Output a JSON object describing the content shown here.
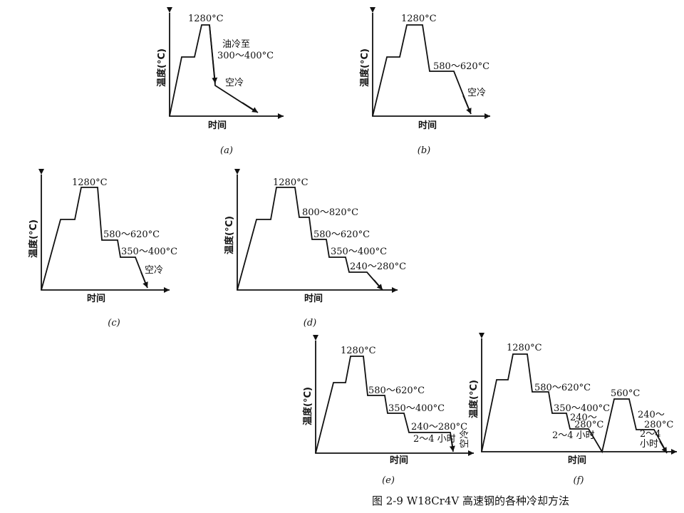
{
  "caption": "图 2-9  W18Cr4V 高速钢的各种冷却方法",
  "axis": {
    "y": "温度(°C)",
    "x": "时间"
  },
  "panels": {
    "a": {
      "sub": "(a)",
      "t1": "1280°C",
      "t2a": "油冷至",
      "t2b": "300～400°C",
      "t3": "空冷"
    },
    "b": {
      "sub": "(b)",
      "t1": "1280°C",
      "t2": "580～620°C",
      "t3": "空冷"
    },
    "c": {
      "sub": "(c)",
      "t1": "1280°C",
      "t2": "580～620°C",
      "t3": "350～400°C",
      "t4": "空冷"
    },
    "d": {
      "sub": "(d)",
      "t1": "1280°C",
      "t2": "800～820°C",
      "t3": "580～620°C",
      "t4": "350～400°C",
      "t5": "240～280°C"
    },
    "e": {
      "sub": "(e)",
      "t1": "1280°C",
      "t2": "580～620°C",
      "t3": "350～400°C",
      "t4": "240～280°C",
      "t5": "2～4 小时",
      "t6": "空冷"
    },
    "f": {
      "sub": "(f)",
      "t1": "1280°C",
      "t2": "580～620°C",
      "t3": "350～400°C",
      "t4a": "240～",
      "t4b": "280°C",
      "t5": "2～4 小时",
      "t6": "560°C",
      "t7a": "240～",
      "t7b": "280°C",
      "t8a": "2～4",
      "t8b": "小时"
    }
  }
}
